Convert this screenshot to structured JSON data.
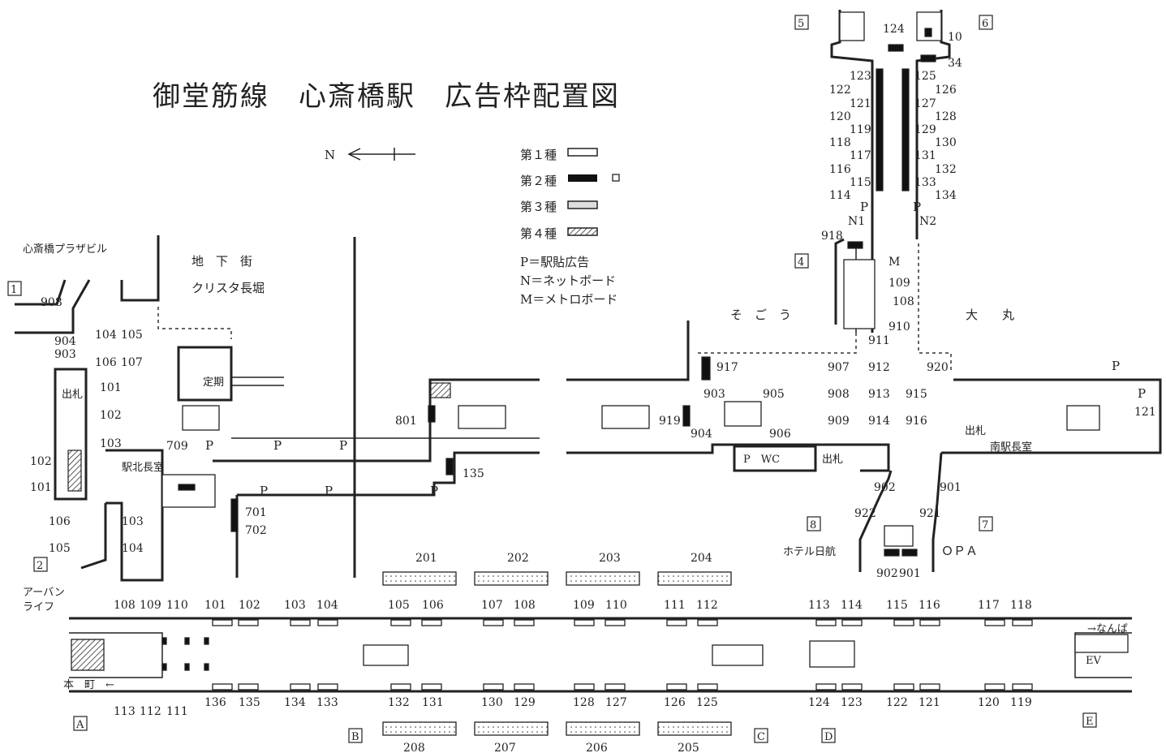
{
  "title": "御堂筋線　心斎橋駅　広告枠配置図",
  "north_label": "N",
  "legend": {
    "type1": "第１種",
    "type2": "第２種",
    "type3": "第３種",
    "type4": "第４種",
    "p_note": "P＝駅貼広告",
    "n_note": "N＝ネットボード",
    "m_note": "M＝メトロボード"
  },
  "places": {
    "plaza_building": "心斎橋プラザビル",
    "underground_mall_1": "地　下　街",
    "underground_mall_2": "クリスタ長堀",
    "sogo": "そ　ご　う",
    "daimaru": "大　　丸",
    "hotel": "ホテル日航",
    "opa": "ＯＰＡ",
    "urban_life_1": "アーバン",
    "urban_life_2": "ライフ",
    "honmachi": "本　町　←",
    "namba": "→なんば",
    "wc": "P　WC",
    "ticket_gate_north": "出札",
    "ticket_gate_sw": "出札",
    "ticket_gate_south": "出札",
    "north_station_office": "駅北長室",
    "south_station_office": "南駅長室",
    "commuter": "定期",
    "ev": "EV"
  },
  "exits": [
    "1",
    "2",
    "4",
    "5",
    "6",
    "7",
    "8"
  ],
  "sections": [
    "A",
    "B",
    "C",
    "D",
    "E"
  ],
  "platform_top_numbers": [
    "108",
    "109",
    "110",
    "101",
    "102",
    "103",
    "104",
    "105",
    "106",
    "107",
    "108",
    "109",
    "110",
    "111",
    "112",
    "113",
    "114",
    "115",
    "116",
    "117",
    "118"
  ],
  "platform_bottom_numbers": [
    "113",
    "112",
    "111",
    "136",
    "135",
    "134",
    "133",
    "132",
    "131",
    "130",
    "129",
    "128",
    "127",
    "126",
    "125",
    "124",
    "123",
    "122",
    "121",
    "120",
    "119"
  ],
  "wide_top": [
    "201",
    "202",
    "203",
    "204"
  ],
  "wide_bottom": [
    "208",
    "207",
    "206",
    "205"
  ],
  "concourse_labels": [
    "908",
    "904",
    "903",
    "104",
    "105",
    "106",
    "107",
    "101",
    "102",
    "103",
    "709",
    "102",
    "101",
    "106",
    "105",
    "103",
    "104",
    "701",
    "702",
    "801",
    "135",
    "917",
    "903",
    "905",
    "919",
    "904",
    "906",
    "907",
    "912",
    "908",
    "913",
    "909",
    "914",
    "915",
    "916",
    "920",
    "911",
    "902",
    "922",
    "901",
    "921",
    "121",
    "918",
    "109",
    "108",
    "910",
    "M",
    "N1",
    "N2",
    "902",
    "901"
  ],
  "corridor_labels": [
    "124",
    "10",
    "34",
    "123",
    "125",
    "122",
    "126",
    "121",
    "127",
    "120",
    "128",
    "119",
    "129",
    "118",
    "130",
    "117",
    "131",
    "116",
    "132",
    "115",
    "133",
    "114",
    "134"
  ],
  "p_labels": [
    "P",
    "P",
    "P",
    "P",
    "P",
    "P",
    "P",
    "P",
    "P",
    "P",
    "P"
  ]
}
